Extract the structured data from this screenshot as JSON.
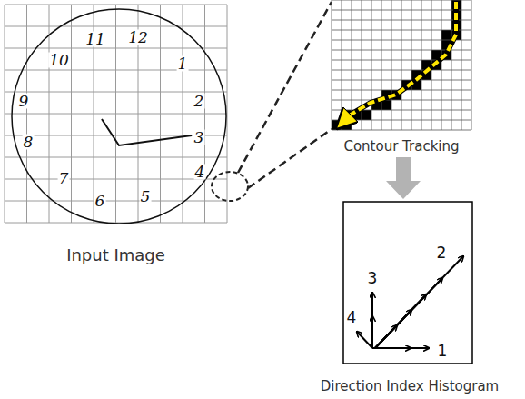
{
  "diagram": {
    "nodes": [
      {
        "text": [
          "Input Image"
        ]
      },
      {
        "text": [
          "Contour Tracking"
        ]
      },
      {
        "text": [
          "Direction Index Histogram"
        ]
      }
    ],
    "edges": [
      {
        "from": 1,
        "to": 2,
        "arrow": "to"
      }
    ],
    "labels": [
      "1",
      "2",
      "3",
      "4",
      "5",
      "6",
      "7",
      "8",
      "9",
      "10",
      "11",
      "12",
      "1",
      "2",
      "3",
      "4"
    ]
  }
}
